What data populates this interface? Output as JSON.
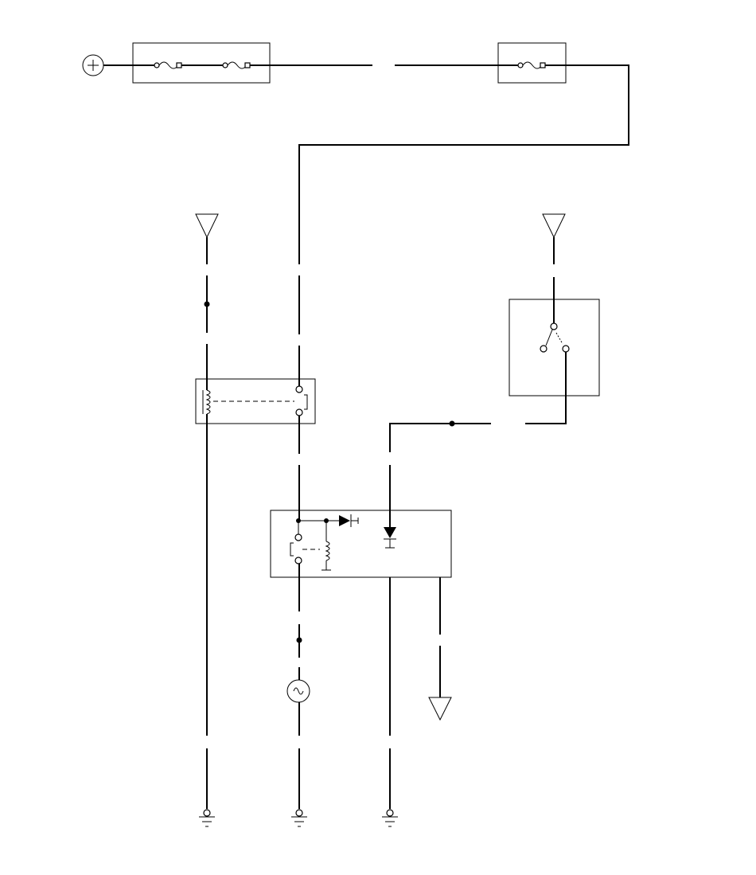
{
  "diagram": {
    "components": [
      {
        "id": "battery",
        "icon": "battery-plus-icon"
      },
      {
        "id": "fuse-box-1",
        "icon": "fuse-icon",
        "fuses": 2
      },
      {
        "id": "fuse-box-2",
        "icon": "fuse-icon",
        "fuses": 1
      },
      {
        "id": "relay-1",
        "icon": "relay-icon"
      },
      {
        "id": "switch-module",
        "icon": "switch-icon"
      },
      {
        "id": "control-module",
        "icon": "relay-icon"
      },
      {
        "id": "lamp",
        "icon": "lamp-icon"
      },
      {
        "id": "ground-1",
        "icon": "ground-icon"
      },
      {
        "id": "ground-2",
        "icon": "ground-icon"
      },
      {
        "id": "ground-3",
        "icon": "ground-icon"
      }
    ],
    "colors": {
      "wire": "#000000",
      "background": "#ffffff"
    }
  }
}
